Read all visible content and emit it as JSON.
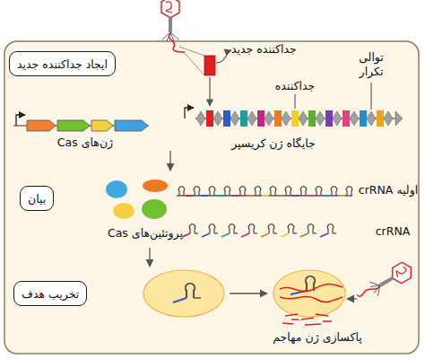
{
  "diagram": {
    "nodes": [
      {
        "text": [
          "ایجاد جداکننده جدید"
        ]
      },
      {
        "text": [
          "بیان"
        ]
      },
      {
        "text": [
          "تخریب هدف"
        ]
      }
    ],
    "labels": [
      "جداکننده جدید",
      "توالی تکرار",
      "جداکننده",
      "ژن‌های Cas",
      "جایگاه ژن کریسپر",
      "crRNA اولیه",
      "crRNA",
      "پروتئین‌های Cas",
      "پاکسازی ژن مهاجم"
    ]
  }
}
